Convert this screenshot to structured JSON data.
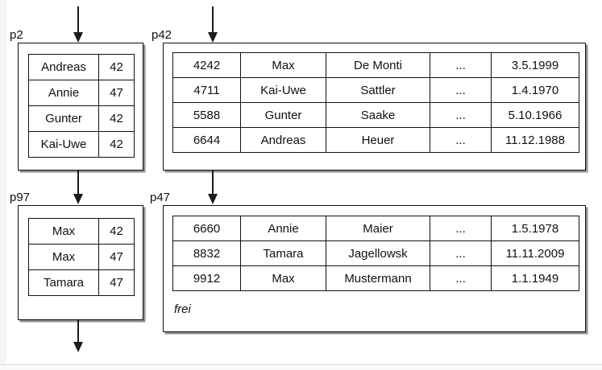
{
  "diagram": {
    "title_hint": "index and data pages diagram",
    "colors": {
      "border": "#111111",
      "background": "#ffffff",
      "shadow": "rgba(0,0,0,0.45)",
      "margin_strip": "#f6f6f6"
    },
    "icons": {
      "down_arrow": "▼"
    },
    "pages": {
      "p2": {
        "label": "p2",
        "rows": [
          [
            "Andreas",
            "42"
          ],
          [
            "Annie",
            "47"
          ],
          [
            "Gunter",
            "42"
          ],
          [
            "Kai-Uwe",
            "42"
          ]
        ]
      },
      "p42": {
        "label": "p42",
        "rows": [
          [
            "4242",
            "Max",
            "De Monti",
            "...",
            "3.5.1999"
          ],
          [
            "4711",
            "Kai-Uwe",
            "Sattler",
            "...",
            "1.4.1970"
          ],
          [
            "5588",
            "Gunter",
            "Saake",
            "...",
            "5.10.1966"
          ],
          [
            "6644",
            "Andreas",
            "Heuer",
            "...",
            "11.12.1988"
          ]
        ]
      },
      "p97": {
        "label": "p97",
        "rows": [
          [
            "Max",
            "42"
          ],
          [
            "Max",
            "47"
          ],
          [
            "Tamara",
            "47"
          ]
        ]
      },
      "p47": {
        "label": "p47",
        "free_label": "frei",
        "rows": [
          [
            "6660",
            "Annie",
            "Maier",
            "...",
            "1.5.1978"
          ],
          [
            "8832",
            "Tamara",
            "Jagellowsk",
            "...",
            "11.11.2009"
          ],
          [
            "9912",
            "Max",
            "Mustermann",
            "...",
            "1.1.1949"
          ]
        ]
      }
    }
  }
}
